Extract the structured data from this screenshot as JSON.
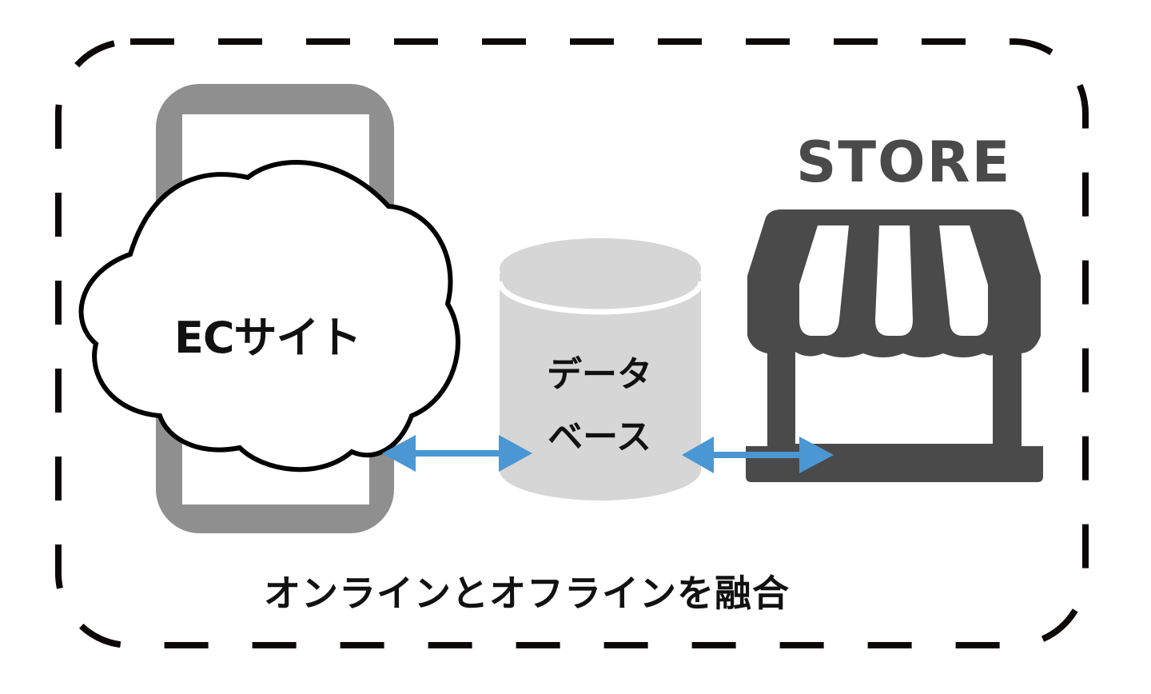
{
  "diagram": {
    "ec_site_label": "ECサイト",
    "database_line1": "データ",
    "database_line2": "ベース",
    "store_label": "STORE",
    "caption": "オンラインとオフラインを融合",
    "icons": {
      "smartphone": "smartphone-icon",
      "cloud": "cloud-icon",
      "database": "database-cylinder-icon",
      "store": "storefront-icon",
      "arrow_left": "double-arrow-icon",
      "arrow_right": "double-arrow-icon"
    },
    "colors": {
      "phone": "#8f8f8f",
      "database": "#d6d6d6",
      "store": "#4a4a4a",
      "arrow": "#4a97d4",
      "border": "#0c0808"
    }
  }
}
